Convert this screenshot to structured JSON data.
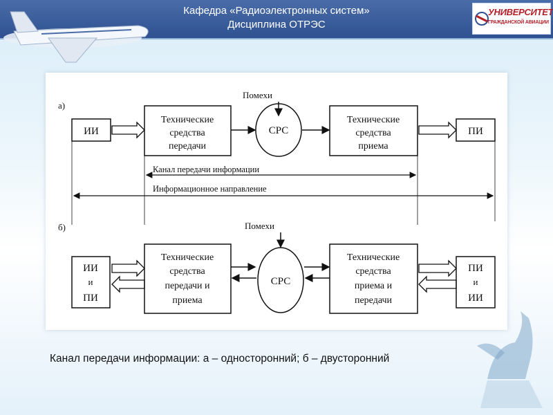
{
  "header": {
    "line1": "Кафедра «Радиоэлектронных систем»",
    "line2": "Дисциплина ОТРЭС"
  },
  "logo": {
    "name": "УНИВЕРСИТЕТ",
    "subtitle": "ГРАЖДАНСКОЙ АВИАЦИИ"
  },
  "diagram": {
    "a": {
      "label": "а)",
      "noise": "Помехи",
      "source": "ИИ",
      "tx": [
        "Технические",
        "средства",
        "передачи"
      ],
      "medium": "СРС",
      "rx": [
        "Технические",
        "средства",
        "приема"
      ],
      "receiver": "ПИ",
      "channel_label": "Канал передачи информации",
      "direction_label": "Информационное направление"
    },
    "b": {
      "label": "б)",
      "noise": "Помехи",
      "left": [
        "ИИ",
        "и",
        "ПИ"
      ],
      "tx": [
        "Технические",
        "средства",
        "передачи и",
        "приема"
      ],
      "medium": "СРС",
      "rx": [
        "Технические",
        "средства",
        "приема и",
        "передачи"
      ],
      "right": [
        "ПИ",
        "и",
        "ИИ"
      ]
    }
  },
  "caption": "Канал передачи информации: а – односторонний; б – двусторонний"
}
